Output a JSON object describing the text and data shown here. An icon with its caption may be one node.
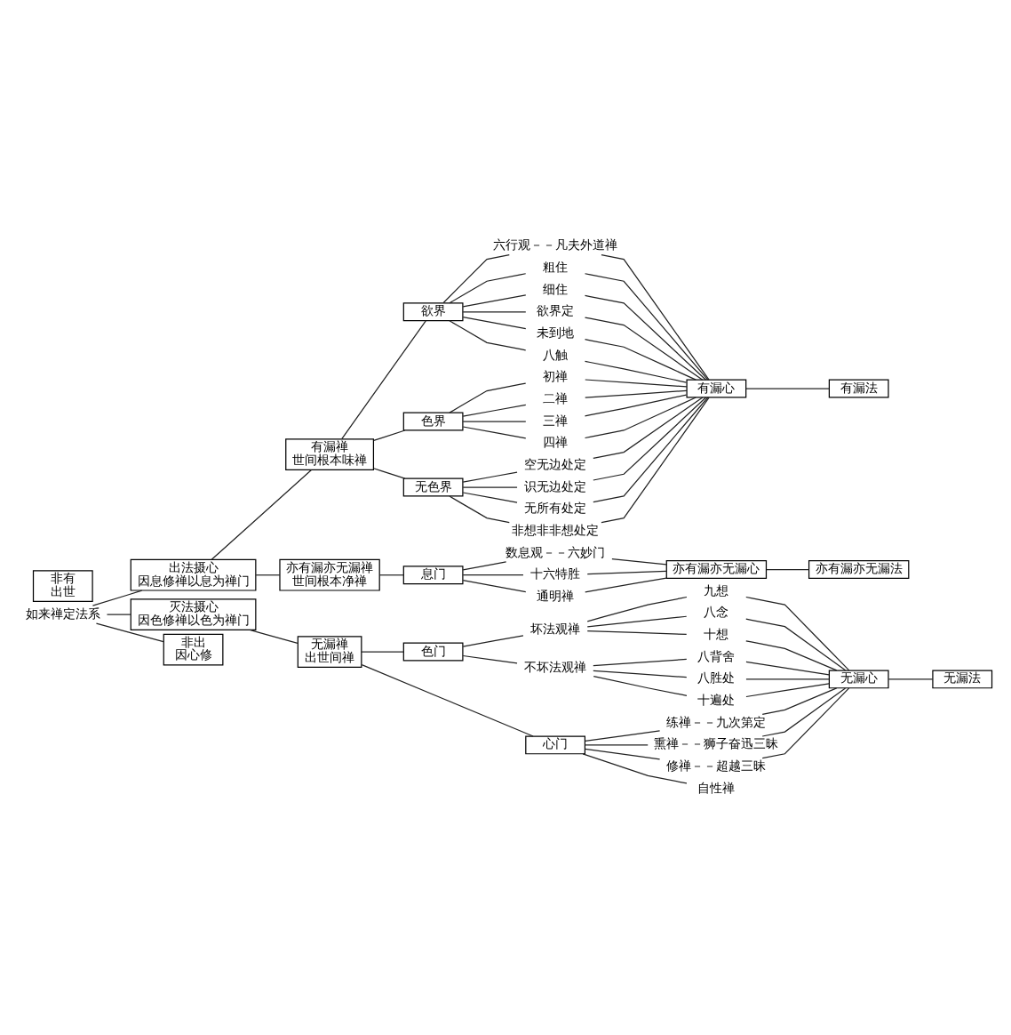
{
  "diagram": {
    "nodes": [
      {
        "text": [
          "如来禅定法系"
        ]
      },
      {
        "text": [
          "出法摄心",
          "因息修禅以息为禅门"
        ]
      },
      {
        "text": [
          "有漏禅",
          "世间根本味禅"
        ]
      },
      {
        "text": [
          "欲界"
        ]
      },
      {
        "text": [
          "六行观－－凡夫外道禅"
        ]
      },
      {
        "text": [
          "粗住"
        ]
      },
      {
        "text": [
          "细住"
        ]
      },
      {
        "text": [
          "欲界定"
        ]
      },
      {
        "text": [
          "未到地"
        ]
      },
      {
        "text": [
          "八触"
        ]
      },
      {
        "text": [
          "色界"
        ]
      },
      {
        "text": [
          "初禅"
        ]
      },
      {
        "text": [
          "二禅"
        ]
      },
      {
        "text": [
          "三禅"
        ]
      },
      {
        "text": [
          "四禅"
        ]
      },
      {
        "text": [
          "无色界"
        ]
      },
      {
        "text": [
          "空无边处定"
        ]
      },
      {
        "text": [
          "识无边处定"
        ]
      },
      {
        "text": [
          "无所有处定"
        ]
      },
      {
        "text": [
          "非想非非想处定"
        ]
      },
      {
        "text": [
          "亦有漏亦无漏禅",
          "世间根本净禅"
        ]
      },
      {
        "text": [
          "息门"
        ]
      },
      {
        "text": [
          "数息观－－六妙门"
        ]
      },
      {
        "text": [
          "十六特胜"
        ]
      },
      {
        "text": [
          "通明禅"
        ]
      },
      {
        "text": [
          "灭法摄心",
          "因色修禅以色为禅门"
        ]
      },
      {
        "text": [
          "无漏禅",
          "出世间禅"
        ]
      },
      {
        "text": [
          "色门"
        ]
      },
      {
        "text": [
          "坏法观禅"
        ]
      },
      {
        "text": [
          "九想"
        ]
      },
      {
        "text": [
          "八念"
        ]
      },
      {
        "text": [
          "十想"
        ]
      },
      {
        "text": [
          "不坏法观禅"
        ]
      },
      {
        "text": [
          "八背舍"
        ]
      },
      {
        "text": [
          "八胜处"
        ]
      },
      {
        "text": [
          "十遍处"
        ]
      },
      {
        "text": [
          "心门"
        ]
      },
      {
        "text": [
          "练禅－－九次第定"
        ]
      },
      {
        "text": [
          "熏禅－－狮子奋迅三昧"
        ]
      },
      {
        "text": [
          "修禅－－超越三昧"
        ]
      },
      {
        "text": [
          "自性禅"
        ]
      },
      {
        "text": [
          "非出",
          "因心修"
        ]
      },
      {
        "text": [
          "非有",
          "出世"
        ]
      },
      {
        "text": [
          "有漏心"
        ]
      },
      {
        "text": [
          "有漏法"
        ]
      },
      {
        "text": [
          "亦有漏亦无漏心"
        ]
      },
      {
        "text": [
          "亦有漏亦无漏法"
        ]
      },
      {
        "text": [
          "无漏心"
        ]
      },
      {
        "text": [
          "无漏法"
        ]
      }
    ],
    "edges": [
      {
        "from": 0,
        "to": 1,
        "arrow": "none"
      },
      {
        "from": 0,
        "to": 25,
        "arrow": "none"
      },
      {
        "from": 0,
        "to": 41,
        "arrow": "none"
      },
      {
        "from": 1,
        "to": 2,
        "arrow": "none"
      },
      {
        "from": 1,
        "to": 20,
        "arrow": "none"
      },
      {
        "from": 2,
        "to": 3,
        "arrow": "none"
      },
      {
        "from": 2,
        "to": 10,
        "arrow": "none"
      },
      {
        "from": 2,
        "to": 15,
        "arrow": "none"
      },
      {
        "from": 3,
        "to": 4,
        "arrow": "none"
      },
      {
        "from": 3,
        "to": 5,
        "arrow": "none"
      },
      {
        "from": 3,
        "to": 6,
        "arrow": "none"
      },
      {
        "from": 3,
        "to": 7,
        "arrow": "none"
      },
      {
        "from": 3,
        "to": 8,
        "arrow": "none"
      },
      {
        "from": 3,
        "to": 9,
        "arrow": "none"
      },
      {
        "from": 10,
        "to": 11,
        "arrow": "none"
      },
      {
        "from": 10,
        "to": 12,
        "arrow": "none"
      },
      {
        "from": 10,
        "to": 13,
        "arrow": "none"
      },
      {
        "from": 10,
        "to": 14,
        "arrow": "none"
      },
      {
        "from": 15,
        "to": 16,
        "arrow": "none"
      },
      {
        "from": 15,
        "to": 17,
        "arrow": "none"
      },
      {
        "from": 15,
        "to": 18,
        "arrow": "none"
      },
      {
        "from": 15,
        "to": 19,
        "arrow": "none"
      },
      {
        "from": 20,
        "to": 21,
        "arrow": "none"
      },
      {
        "from": 21,
        "to": 22,
        "arrow": "none"
      },
      {
        "from": 21,
        "to": 23,
        "arrow": "none"
      },
      {
        "from": 21,
        "to": 24,
        "arrow": "none"
      },
      {
        "from": 25,
        "to": 26,
        "arrow": "none"
      },
      {
        "from": 26,
        "to": 27,
        "arrow": "none"
      },
      {
        "from": 26,
        "to": 36,
        "arrow": "none"
      },
      {
        "from": 27,
        "to": 28,
        "arrow": "none"
      },
      {
        "from": 27,
        "to": 32,
        "arrow": "none"
      },
      {
        "from": 28,
        "to": 29,
        "arrow": "none"
      },
      {
        "from": 28,
        "to": 30,
        "arrow": "none"
      },
      {
        "from": 28,
        "to": 31,
        "arrow": "none"
      },
      {
        "from": 32,
        "to": 33,
        "arrow": "none"
      },
      {
        "from": 32,
        "to": 34,
        "arrow": "none"
      },
      {
        "from": 32,
        "to": 35,
        "arrow": "none"
      },
      {
        "from": 36,
        "to": 37,
        "arrow": "none"
      },
      {
        "from": 36,
        "to": 38,
        "arrow": "none"
      },
      {
        "from": 36,
        "to": 39,
        "arrow": "none"
      },
      {
        "from": 36,
        "to": 40,
        "arrow": "none"
      },
      {
        "from": 4,
        "to": 43,
        "arrow": "none"
      },
      {
        "from": 5,
        "to": 43,
        "arrow": "none"
      },
      {
        "from": 6,
        "to": 43,
        "arrow": "none"
      },
      {
        "from": 7,
        "to": 43,
        "arrow": "none"
      },
      {
        "from": 8,
        "to": 43,
        "arrow": "none"
      },
      {
        "from": 9,
        "to": 43,
        "arrow": "none"
      },
      {
        "from": 11,
        "to": 43,
        "arrow": "none"
      },
      {
        "from": 12,
        "to": 43,
        "arrow": "none"
      },
      {
        "from": 13,
        "to": 43,
        "arrow": "none"
      },
      {
        "from": 14,
        "to": 43,
        "arrow": "none"
      },
      {
        "from": 16,
        "to": 43,
        "arrow": "none"
      },
      {
        "from": 17,
        "to": 43,
        "arrow": "none"
      },
      {
        "from": 18,
        "to": 43,
        "arrow": "none"
      },
      {
        "from": 19,
        "to": 43,
        "arrow": "none"
      },
      {
        "from": 43,
        "to": 44,
        "arrow": "none"
      },
      {
        "from": 22,
        "to": 45,
        "arrow": "none"
      },
      {
        "from": 23,
        "to": 45,
        "arrow": "none"
      },
      {
        "from": 24,
        "to": 45,
        "arrow": "none"
      },
      {
        "from": 45,
        "to": 46,
        "arrow": "none"
      },
      {
        "from": 29,
        "to": 47,
        "arrow": "none"
      },
      {
        "from": 30,
        "to": 47,
        "arrow": "none"
      },
      {
        "from": 31,
        "to": 47,
        "arrow": "none"
      },
      {
        "from": 33,
        "to": 47,
        "arrow": "none"
      },
      {
        "from": 34,
        "to": 47,
        "arrow": "none"
      },
      {
        "from": 35,
        "to": 47,
        "arrow": "none"
      },
      {
        "from": 37,
        "to": 47,
        "arrow": "none"
      },
      {
        "from": 38,
        "to": 47,
        "arrow": "none"
      },
      {
        "from": 39,
        "to": 47,
        "arrow": "none"
      },
      {
        "from": 47,
        "to": 48,
        "arrow": "none"
      }
    ]
  }
}
